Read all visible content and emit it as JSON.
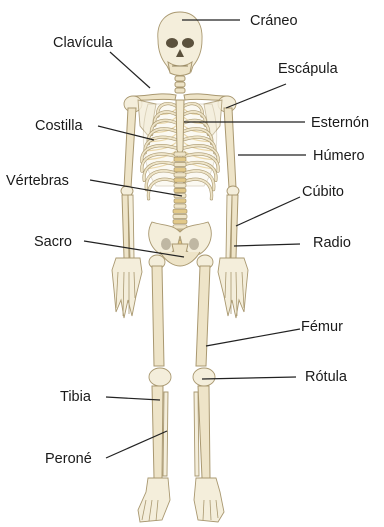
{
  "colors": {
    "bone": "#eee4c8",
    "bone_highlight": "#f4eedb",
    "bone_edge": "#a99870",
    "cartilage": "#e2c98a",
    "leader_line": "#222222",
    "label_text": "#1a1a1a"
  },
  "labels": {
    "craneo": "Cráneo",
    "clavicula": "Clavícula",
    "escapula": "Escápula",
    "costilla": "Costilla",
    "esternon": "Esternón",
    "humero": "Húmero",
    "vertebras": "Vértebras",
    "cubito": "Cúbito",
    "sacro": "Sacro",
    "radio": "Radio",
    "femur": "Fémur",
    "rotula": "Rótula",
    "tibia": "Tibia",
    "perone": "Peroné"
  }
}
